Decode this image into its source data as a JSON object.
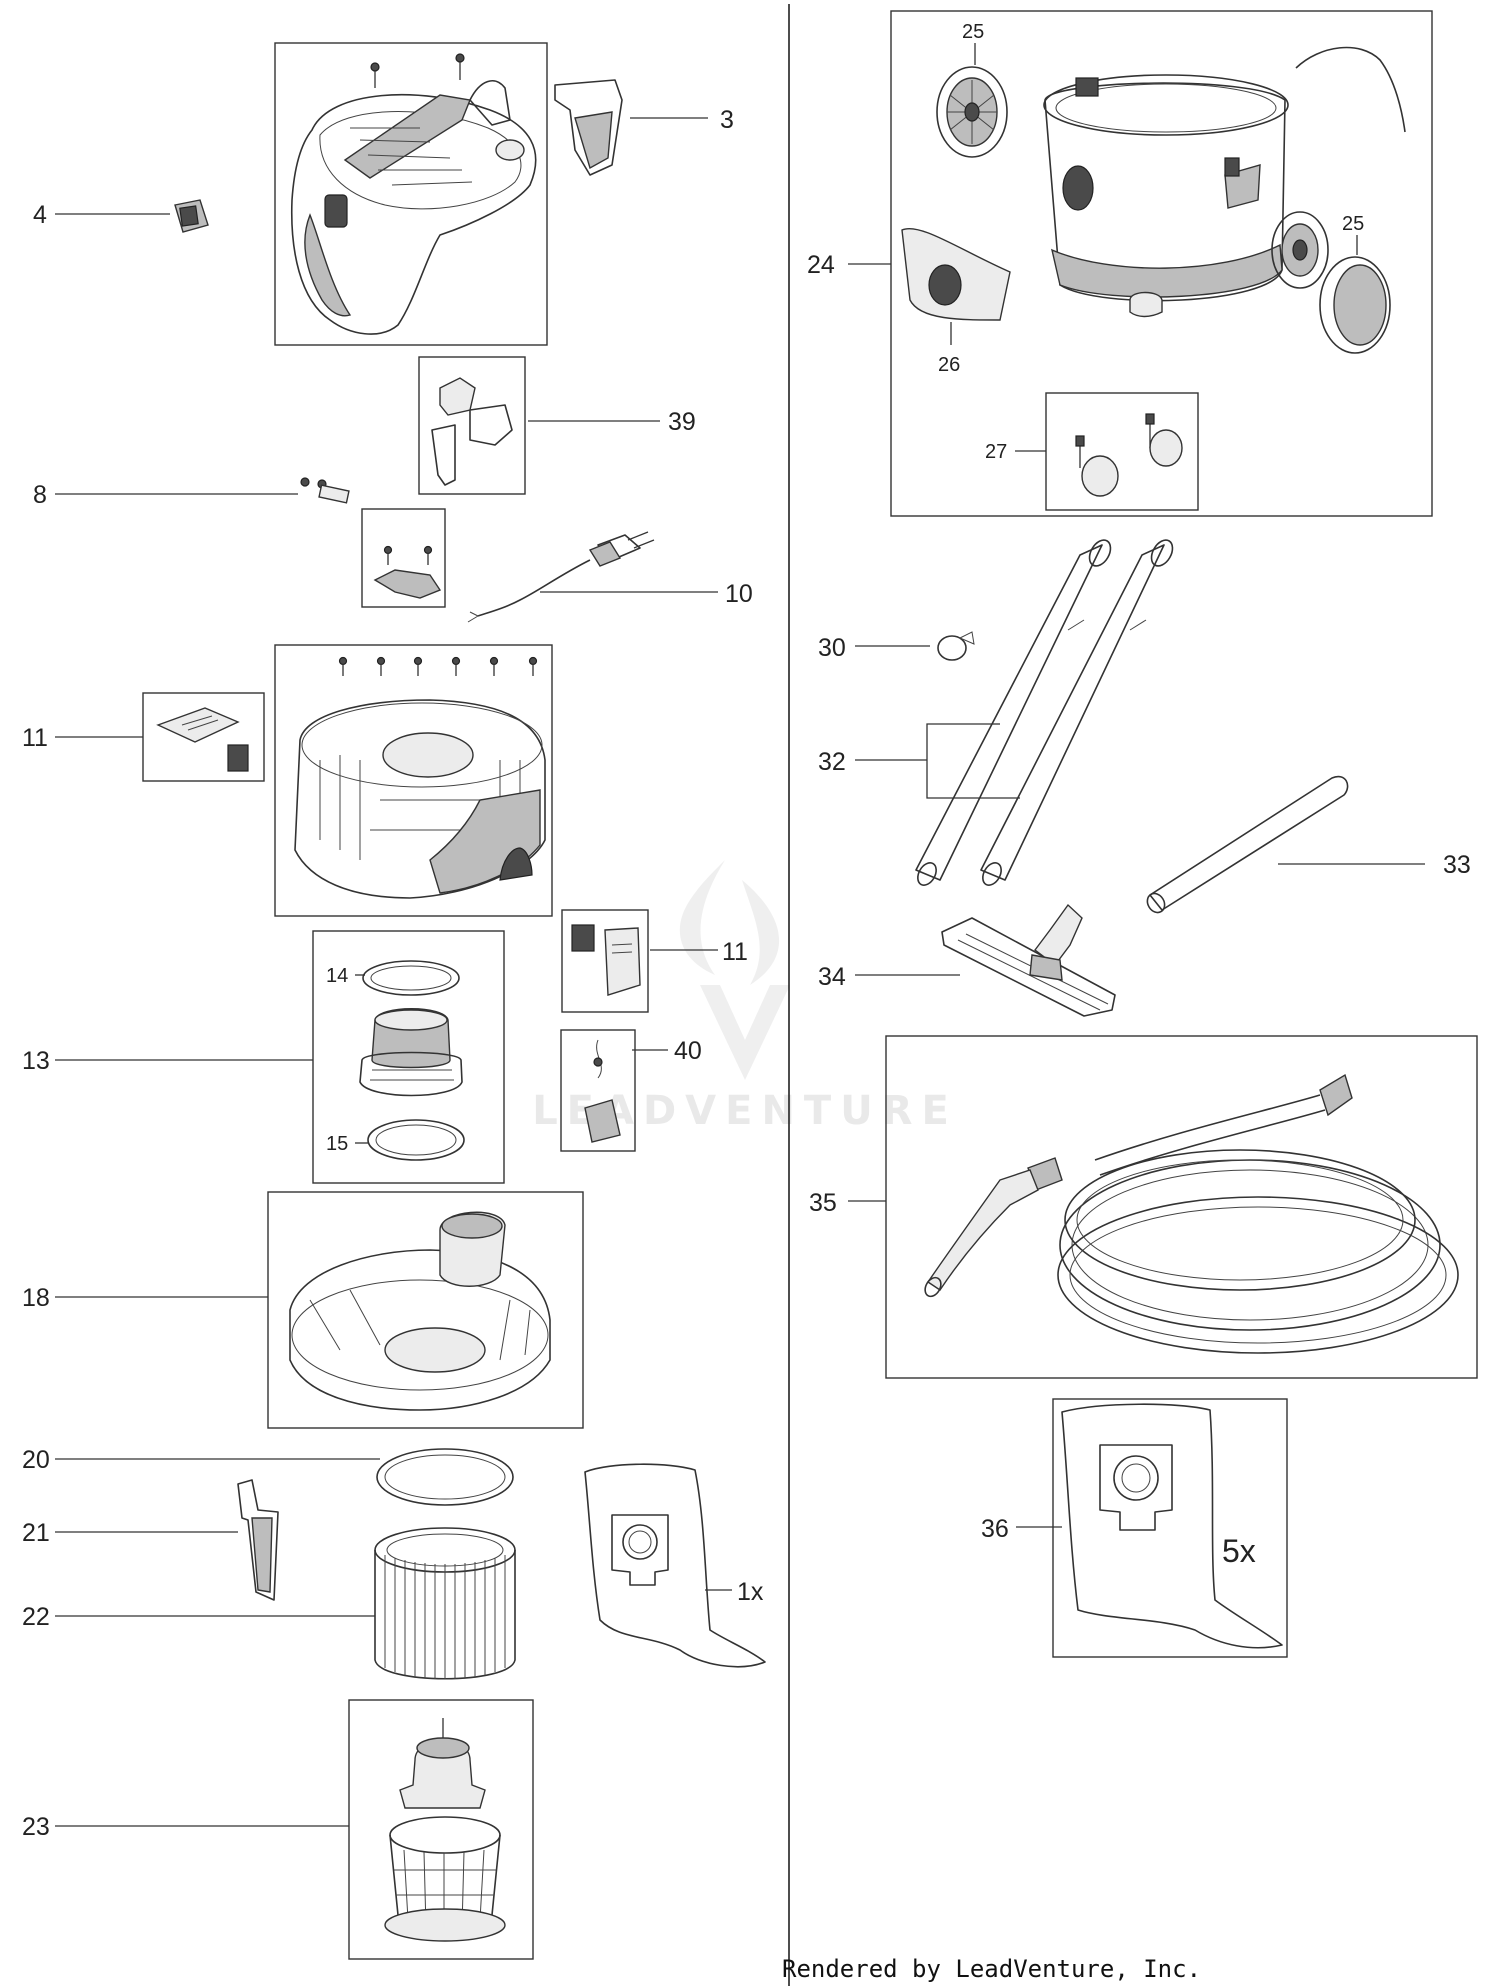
{
  "callouts": {
    "c3": "3",
    "c4": "4",
    "c8": "8",
    "c10": "10",
    "c11a": "11",
    "c11b": "11",
    "c13": "13",
    "c14": "14",
    "c15": "15",
    "c18": "18",
    "c20": "20",
    "c21": "21",
    "c22": "22",
    "c23": "23",
    "c24": "24",
    "c25a": "25",
    "c25b": "25",
    "c26": "26",
    "c27": "27",
    "c30": "30",
    "c32": "32",
    "c33": "33",
    "c34": "34",
    "c35": "35",
    "c36": "36",
    "c39": "39",
    "c40": "40"
  },
  "quantities": {
    "bag_single": "1x",
    "bag_pack": "5x"
  },
  "watermark": "LEADVENTURE",
  "footer": "Rendered by LeadVenture, Inc."
}
